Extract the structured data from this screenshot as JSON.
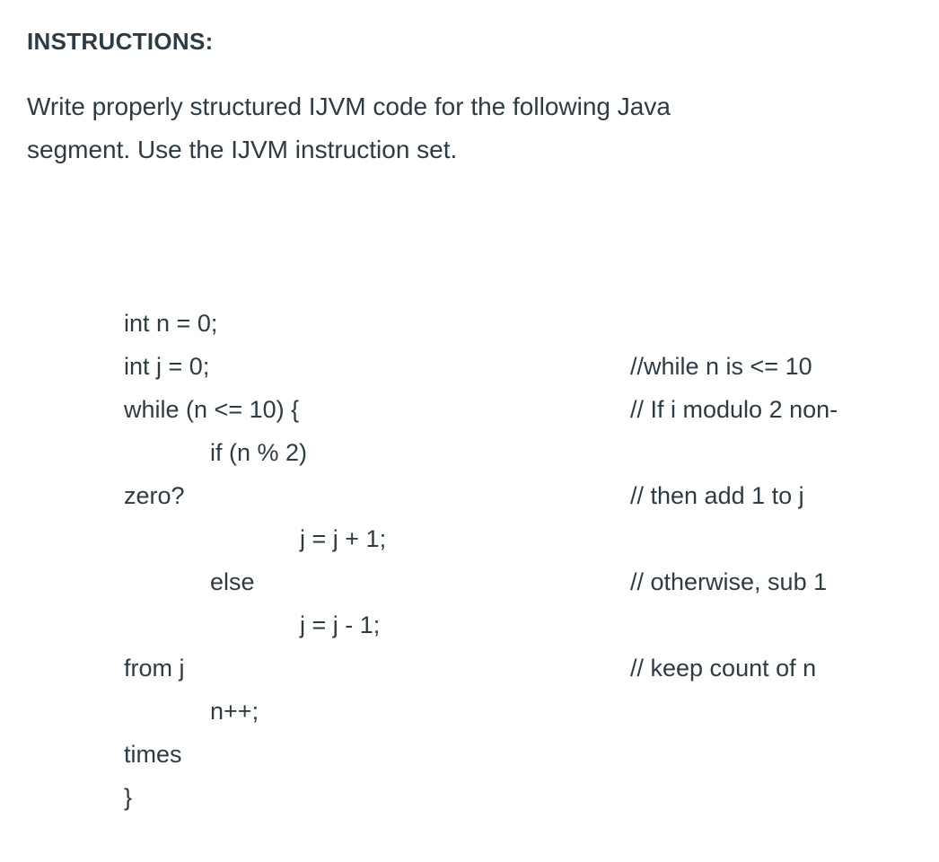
{
  "page": {
    "background_color": "#ffffff",
    "text_color": "#2d3b45"
  },
  "instructions": {
    "heading": "INSTRUCTIONS:",
    "body_lines": [
      "Write properly structured IJVM code for the following Java",
      "segment. Use the IJVM instruction set."
    ]
  },
  "code_block": {
    "rows": [
      {
        "code": "int n = 0;",
        "indent": 0,
        "comment": ""
      },
      {
        "code": "int j = 0;",
        "indent": 0,
        "comment": ""
      },
      {
        "code": "while (n <= 10) {",
        "indent": 0,
        "comment": "//while n is <= 10"
      },
      {
        "code": "if (n % 2)",
        "indent": 1,
        "comment": "// If i modulo 2 non-"
      },
      {
        "code": "zero?",
        "indent": 0,
        "comment": ""
      },
      {
        "code": "j = j + 1;",
        "indent": 2,
        "comment": "// then add 1 to j"
      },
      {
        "code": "else",
        "indent": 1,
        "comment": ""
      },
      {
        "code": "j = j - 1;",
        "indent": 2,
        "comment": "// otherwise, sub 1"
      },
      {
        "code": "from j",
        "indent": 0,
        "comment": ""
      },
      {
        "code": "n++;",
        "indent": 1,
        "comment": "// keep count of n"
      },
      {
        "code": "times",
        "indent": 0,
        "comment": ""
      },
      {
        "code": "}",
        "indent": 0,
        "comment": ""
      }
    ]
  }
}
